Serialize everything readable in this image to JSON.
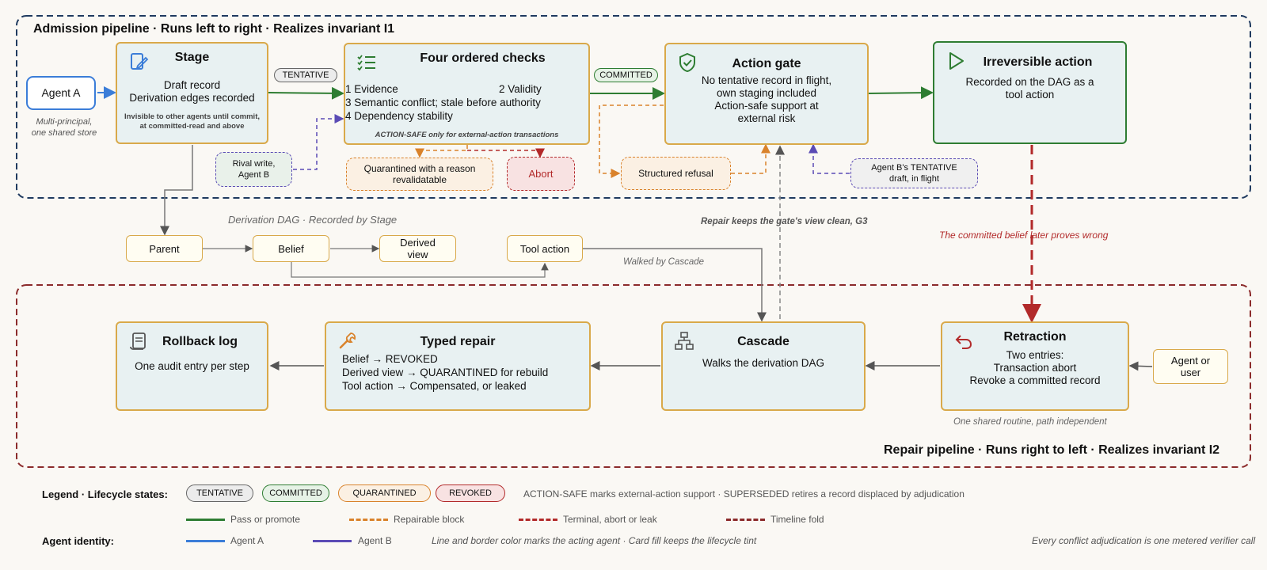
{
  "admission": {
    "title": "Admission pipeline · Runs left to right · Realizes invariant I1",
    "agent_a": "Agent A",
    "agent_a_note": [
      "Multi-principal,",
      "one shared store"
    ],
    "stage": {
      "title": "Stage",
      "lines": [
        "Draft record",
        "Derivation edges recorded"
      ],
      "note": [
        "Invisible to other agents until commit,",
        "at committed-read and above"
      ],
      "icon": "edit-document-icon"
    },
    "tentative_pill": "TENTATIVE",
    "checks": {
      "title": "Four ordered checks",
      "row1_left": "1  Evidence",
      "row1_right": "2  Validity",
      "row2": "3  Semantic conflict; stale before authority",
      "row3": "4  Dependency stability",
      "note": "ACTION-SAFE only for external-action transactions",
      "icon": "checklist-icon"
    },
    "committed_pill": "COMMITTED",
    "gate": {
      "title": "Action gate",
      "lines": [
        "No tentative record in flight,",
        "own staging included",
        "Action-safe support at",
        "external risk"
      ],
      "icon": "shield-check-icon"
    },
    "irreversible": {
      "title": "Irreversible action",
      "lines": [
        "Recorded on the DAG as a",
        "tool action"
      ],
      "icon": "play-icon"
    },
    "rival": [
      "Rival write,",
      "Agent B"
    ],
    "quarantined": [
      "Quarantined with a reason",
      "revalidatable"
    ],
    "abort": "Abort",
    "refusal": "Structured refusal",
    "agent_b_draft": [
      "Agent B's TENTATIVE",
      "draft, in flight"
    ]
  },
  "dag": {
    "title": "Derivation DAG · Recorded by Stage",
    "parent": "Parent",
    "belief": "Belief",
    "derived": [
      "Derived",
      "view"
    ],
    "tool": "Tool action",
    "walked": "Walked by Cascade",
    "repair_note": "Repair keeps the gate's view clean, G3",
    "wrong_note": "The committed belief later proves wrong"
  },
  "repair": {
    "title": "Repair pipeline · Runs right to left · Realizes invariant I2",
    "rollback": {
      "title": "Rollback log",
      "lines": [
        "One audit entry per step"
      ],
      "icon": "scroll-icon"
    },
    "typed": {
      "title": "Typed repair",
      "lines": [
        "Belief → REVOKED",
        "Derived view → QUARANTINED for rebuild",
        "Tool action → Compensated, or leaked"
      ],
      "icon": "wrench-icon"
    },
    "cascade": {
      "title": "Cascade",
      "lines": [
        "Walks the derivation DAG"
      ],
      "icon": "hierarchy-icon"
    },
    "retraction": {
      "title": "Retraction",
      "lines": [
        "Two entries:",
        "Transaction abort",
        "Revoke a committed record"
      ],
      "icon": "undo-icon"
    },
    "retraction_note": "One shared routine, path independent",
    "agent_user": [
      "Agent or",
      "user"
    ]
  },
  "legend": {
    "label": "Legend · Lifecycle states:",
    "states": [
      "TENTATIVE",
      "COMMITTED",
      "QUARANTINED",
      "REVOKED"
    ],
    "states_note": "ACTION-SAFE marks external-action support · SUPERSEDED retires a record displaced by adjudication",
    "pass": "Pass or promote",
    "repairable": "Repairable block",
    "terminal": "Terminal, abort or leak",
    "fold": "Timeline fold",
    "agent_label": "Agent identity:",
    "agent_a": "Agent A",
    "agent_b": "Agent B",
    "agent_note": "Line and border color marks the acting agent · Card fill keeps the lifecycle tint",
    "footer": "Every conflict adjudication is one metered verifier call"
  },
  "colors": {
    "admission_border": "#1f3a5f",
    "repair_border": "#8b2b2b",
    "card_border": "#d9a94a",
    "pass": "#2e7d32",
    "repairable": "#d9822b",
    "terminal": "#b22a2a",
    "agent_a": "#3b7dd8",
    "agent_b": "#5b4bb5"
  }
}
